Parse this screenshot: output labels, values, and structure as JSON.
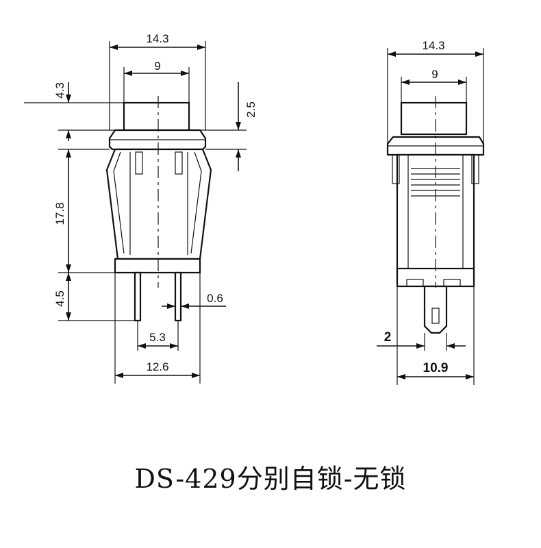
{
  "front_view": {
    "dims": {
      "top_width": "14.3",
      "button_width": "9",
      "button_height": "4.3",
      "cap_height": "2.5",
      "body_height": "17.8",
      "pin_length": "4.5",
      "pin_width": "0.6",
      "pin_spacing": "5.3",
      "base_width": "12.6"
    }
  },
  "side_view": {
    "dims": {
      "top_width": "14.3",
      "button_width": "9",
      "pin_width": "2",
      "base_width": "10.9"
    }
  },
  "caption": "DS-429分别自锁-无锁"
}
